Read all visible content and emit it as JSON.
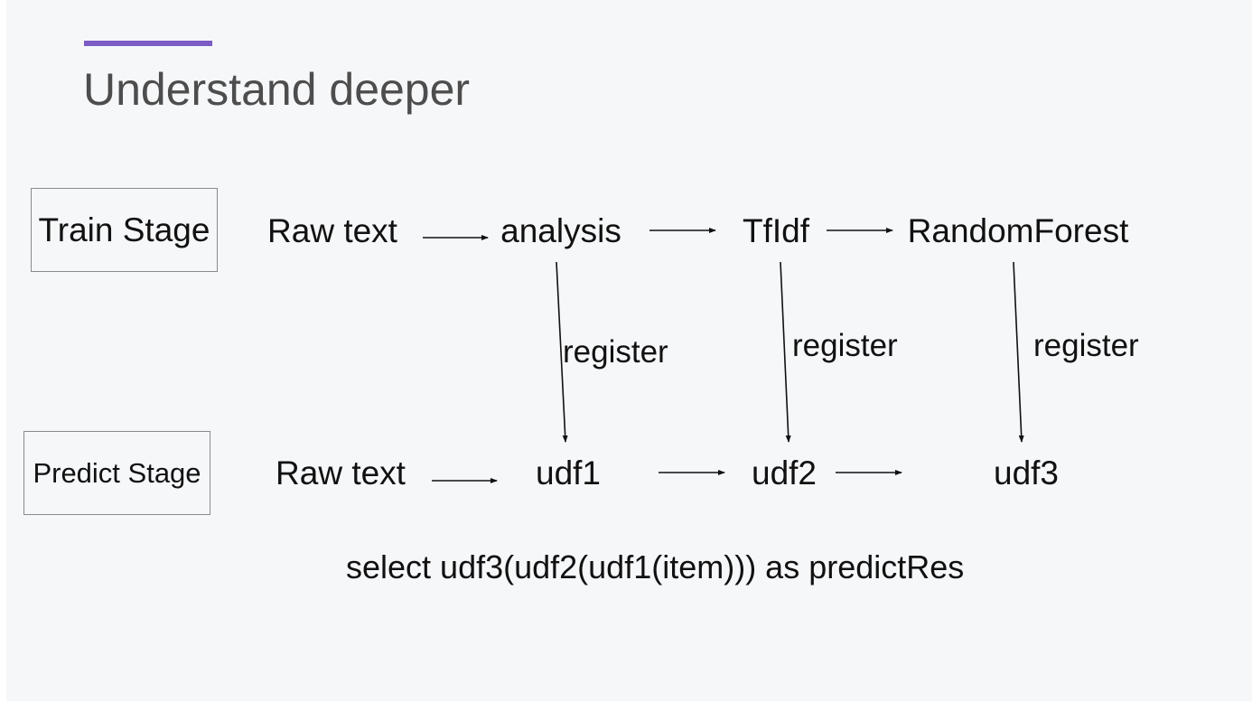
{
  "colors": {
    "accent": "#7b5cc4",
    "title": "#4d4d4d",
    "text": "#111111"
  },
  "title": "Understand deeper",
  "train_stage": {
    "label": "Train Stage",
    "nodes": [
      "Raw text",
      "analysis",
      "TfIdf",
      "RandomForest"
    ]
  },
  "predict_stage": {
    "label": "Predict Stage",
    "nodes": [
      "Raw text",
      "udf1",
      "udf2",
      "udf3"
    ]
  },
  "register_labels": [
    "register",
    "register",
    "register"
  ],
  "sql": "select udf3(udf2(udf1(item))) as predictRes"
}
